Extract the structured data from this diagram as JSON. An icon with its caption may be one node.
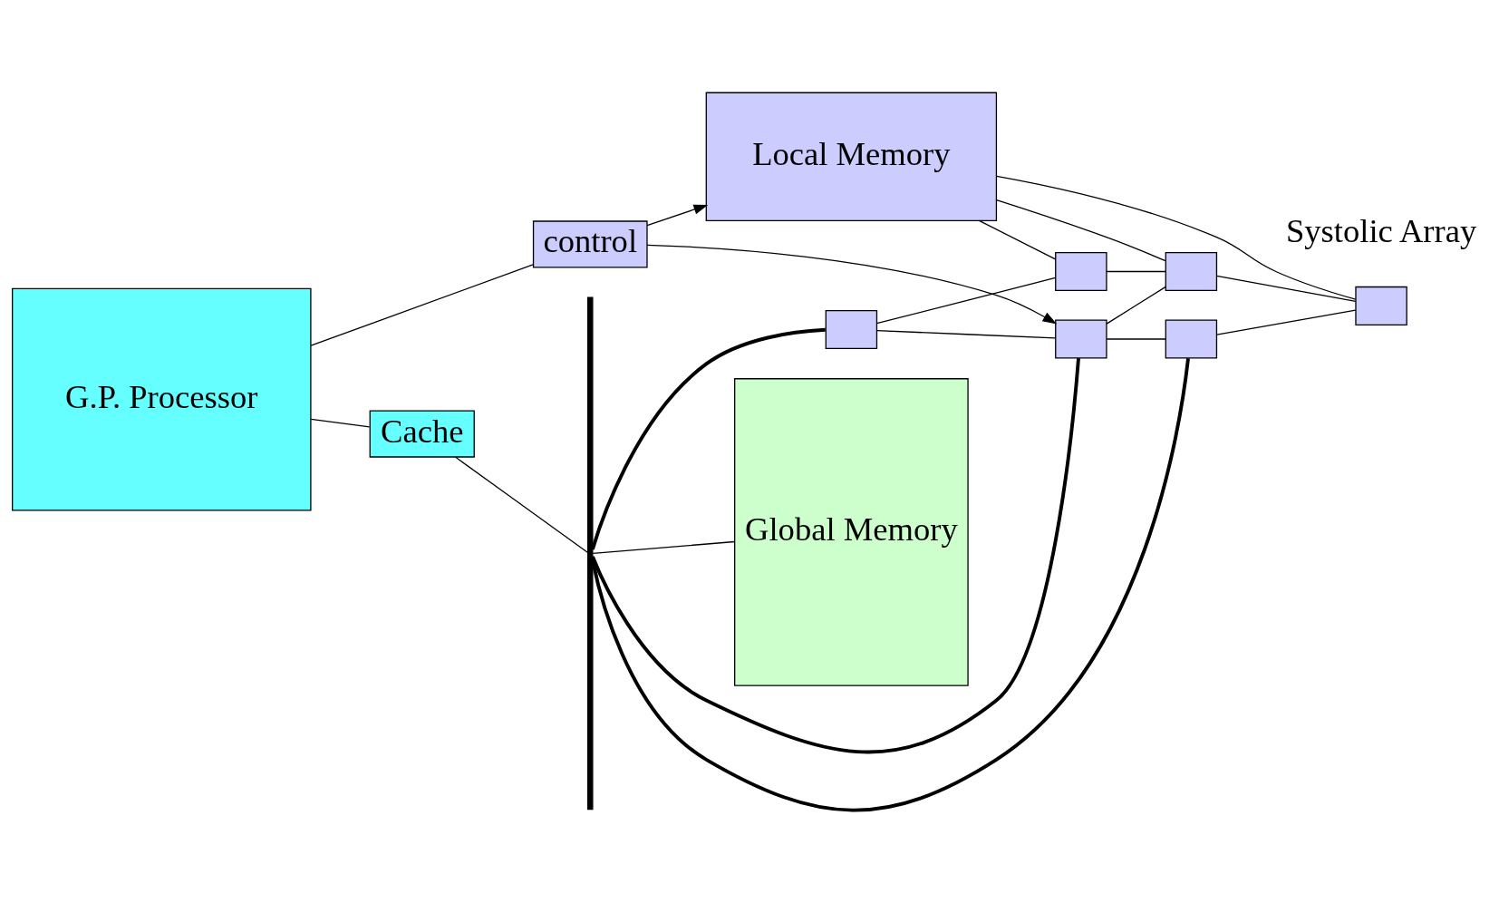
{
  "diagram": {
    "nodes": [
      {
        "text": [
          "G.P. Processor"
        ]
      },
      {
        "text": [
          "Cache"
        ]
      },
      {
        "text": [
          "control"
        ]
      },
      {
        "text": [],
        "shape": "bar"
      },
      {
        "text": [
          "Local Memory"
        ]
      },
      {
        "text": [],
        "shape": "box"
      },
      {
        "text": [],
        "shape": "box"
      },
      {
        "text": [],
        "shape": "box"
      },
      {
        "text": [],
        "shape": "box"
      },
      {
        "text": [],
        "shape": "box"
      },
      {
        "text": [],
        "shape": "box"
      },
      {
        "text": [
          "Global Memory"
        ]
      }
    ],
    "edges": [
      {
        "from": 0,
        "to": 1,
        "arrow": "none"
      },
      {
        "from": 1,
        "to": 3,
        "arrow": "none"
      },
      {
        "from": 0,
        "to": 2,
        "arrow": "none"
      },
      {
        "from": 2,
        "to": 4,
        "arrow": "to"
      },
      {
        "from": 2,
        "to": 6,
        "arrow": "to"
      },
      {
        "from": 5,
        "to": 6,
        "arrow": "none"
      },
      {
        "from": 6,
        "to": 7,
        "arrow": "none"
      },
      {
        "from": 5,
        "to": 8,
        "arrow": "none"
      },
      {
        "from": 6,
        "to": 9,
        "arrow": "none"
      },
      {
        "from": 7,
        "to": 10,
        "arrow": "none"
      },
      {
        "from": 8,
        "to": 9,
        "arrow": "none"
      },
      {
        "from": 9,
        "to": 10,
        "arrow": "none"
      },
      {
        "from": 4,
        "to": 8,
        "arrow": "none"
      },
      {
        "from": 4,
        "to": 9,
        "arrow": "none"
      },
      {
        "from": 4,
        "to": 10,
        "arrow": "none"
      },
      {
        "from": 3,
        "to": 5,
        "arrow": "none",
        "style": "thick"
      },
      {
        "from": 3,
        "to": 6,
        "arrow": "none",
        "style": "thick"
      },
      {
        "from": 3,
        "to": 7,
        "arrow": "none",
        "style": "thick"
      },
      {
        "from": 3,
        "to": 11,
        "arrow": "none"
      }
    ],
    "labels": [
      "Systolic Array"
    ]
  }
}
